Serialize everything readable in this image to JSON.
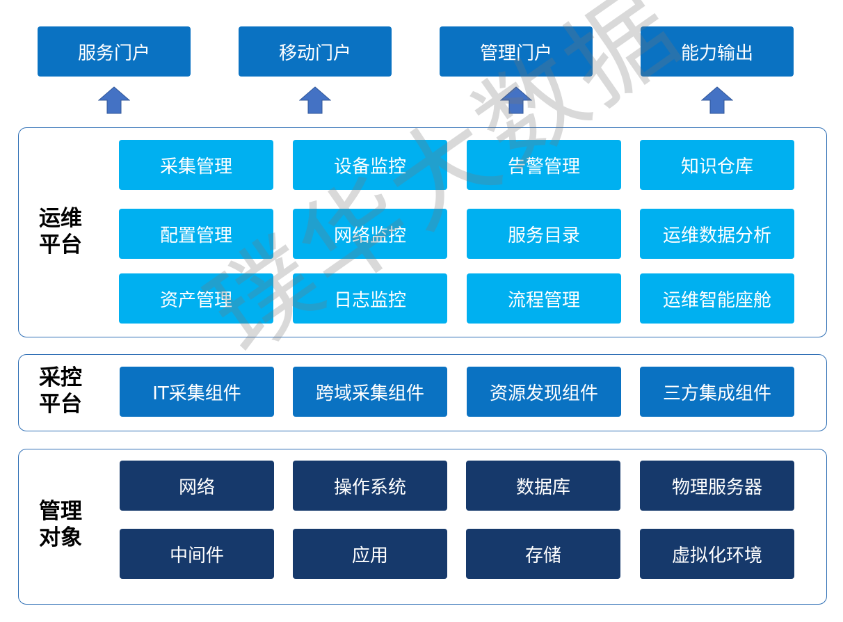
{
  "portals": [
    "服务门户",
    "移动门户",
    "管理门户",
    "能力输出"
  ],
  "ops_platform": {
    "label_line1": "运维",
    "label_line2": "平台",
    "rows": [
      [
        "采集管理",
        "设备监控",
        "告警管理",
        "知识仓库"
      ],
      [
        "配置管理",
        "网络监控",
        "服务目录",
        "运维数据分析"
      ],
      [
        "资产管理",
        "日志监控",
        "流程管理",
        "运维智能座舱"
      ]
    ]
  },
  "acq_platform": {
    "label_line1": "采控",
    "label_line2": "平台",
    "items": [
      "IT采集组件",
      "跨域采集组件",
      "资源发现组件",
      "三方集成组件"
    ]
  },
  "managed_objects": {
    "label_line1": "管理",
    "label_line2": "对象",
    "rows": [
      [
        "网络",
        "操作系统",
        "数据库",
        "物理服务器"
      ],
      [
        "中间件",
        "应用",
        "存储",
        "虚拟化环境"
      ]
    ]
  },
  "watermark": "璞华大数据",
  "colors": {
    "portal": "#0a72c2",
    "ops": "#00b0f0",
    "acquisition": "#0a72c2",
    "objects": "#16396b",
    "arrow": "#4472c4",
    "panel_border": "#2f6fb5"
  },
  "icons": [
    "up-arrow-icon"
  ]
}
